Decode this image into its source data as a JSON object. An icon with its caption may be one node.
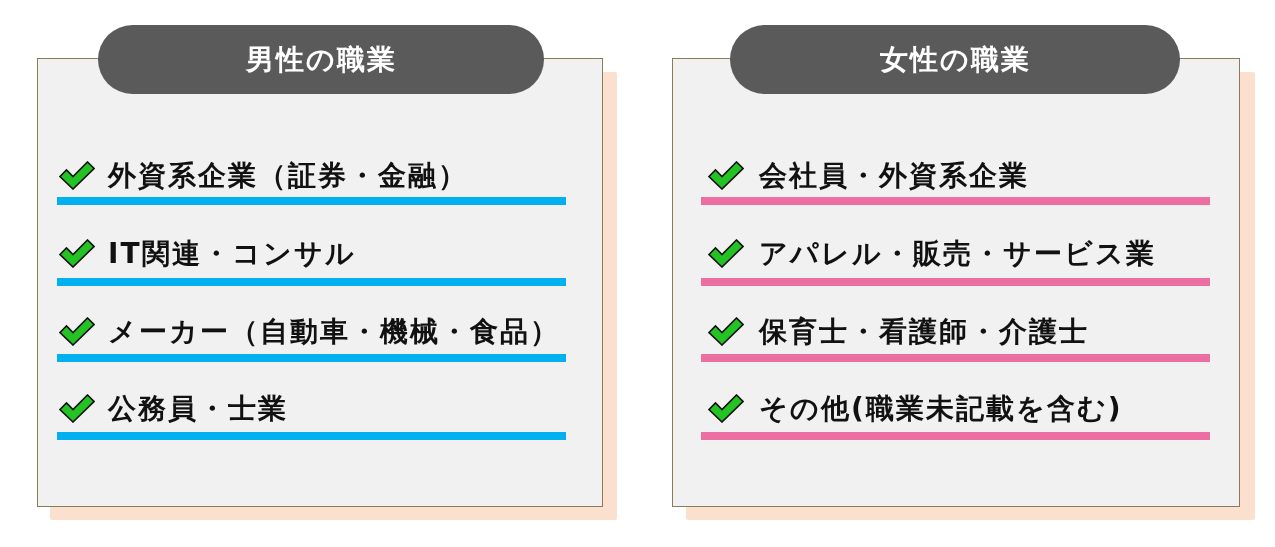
{
  "diagram": {
    "nodes": [
      {
        "text": [
          "男性の職業",
          "外資系企業（証券・金融）",
          "IT関連・コンサル",
          "メーカー（自動車・機械・食品）",
          "公務員・士業"
        ]
      },
      {
        "text": [
          "女性の職業",
          "会社員・外資系企業",
          "アパレル・販売・サービス業",
          "保育士・看護師・介護士",
          "その他(職業未記載を含む)"
        ]
      }
    ]
  }
}
